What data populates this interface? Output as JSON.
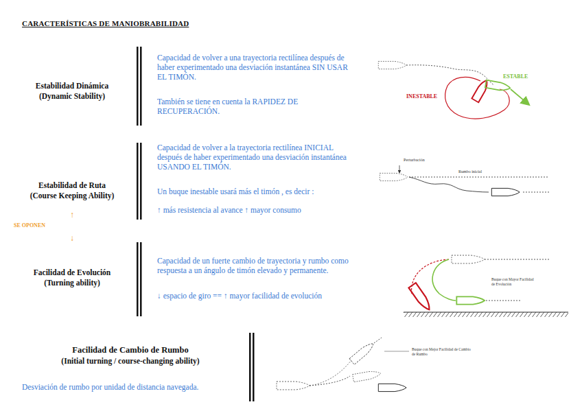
{
  "diagram": {
    "title": "CARACTERÍSTICAS DE MANIOBRABILIDAD",
    "labels": [
      "Estabilidad Dinámica",
      "(Dynamic Stability)",
      "Capacidad de volver a una trayectoria rectilínea después de haber experimentado una desviación instantánea SIN USAR EL TIMÓN.",
      "También se tiene en cuenta la RAPIDEZ DE RECUPERACIÓN.",
      "ESTABLE",
      "INESTABLE",
      "Estabilidad de Ruta",
      "(Course Keeping Ability)",
      "Capacidad de volver a la trayectoria rectilínea INICIAL después de haber experimentado una desviación instantánea USANDO EL TIMÓN.",
      "Un buque inestable usará más el timón , es decir :",
      "↑ más resistencia al avance ↑ mayor consumo",
      "Perturbación",
      "Rumbo inicial",
      "↑",
      "SE OPONEN",
      "↓",
      "Facilidad de Evolución",
      "(Turning ability)",
      "Capacidad de un fuerte cambio de trayectoria y rumbo como respuesta a un ángulo de timón elevado y permanente.",
      "↓ espacio de giro == ↑ mayor facilidad de evolución",
      "Buque con Mayor Facilidad de Evolución",
      "Facilidad de Cambio de Rumbo",
      "(Initial turning / course-changing ability)",
      "Desviación de rumbo por unidad de distancia navegada.",
      "Buque con Mejor Facilidad de Cambio de Rumbo"
    ]
  }
}
